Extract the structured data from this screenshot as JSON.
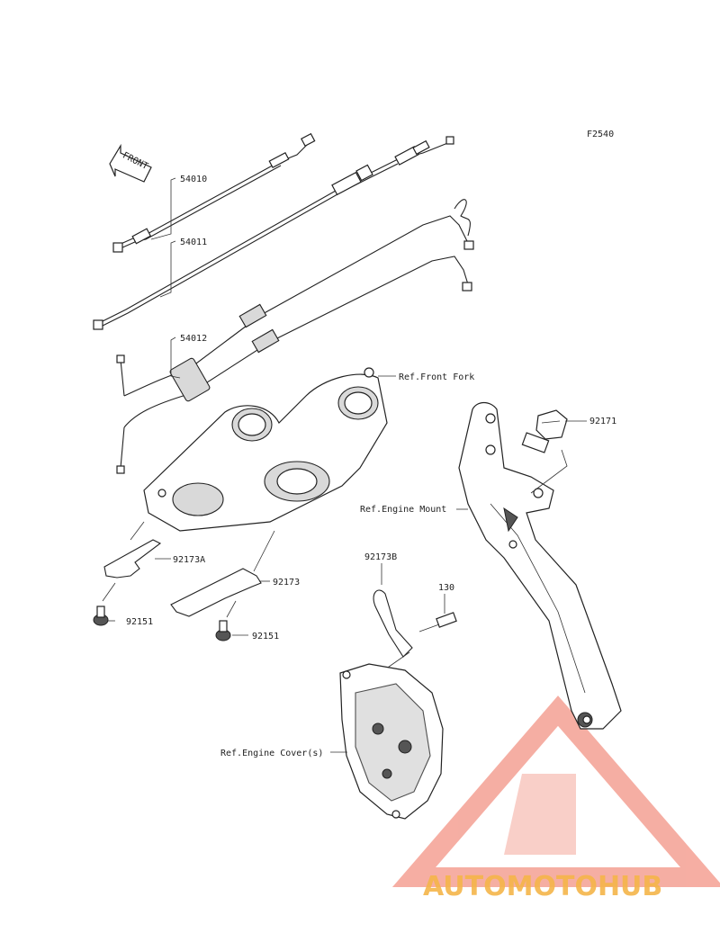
{
  "diagram_code": "F2540",
  "front_label": "FRONT",
  "parts": {
    "throttle_cable_1": "54010",
    "throttle_cable_2": "54011",
    "throttle_cable_3": "54012",
    "clamp_upper": "92171",
    "clamp_a": "92173A",
    "clamp": "92173",
    "clamp_b": "92173B",
    "bolt": "130",
    "screw_left": "92151",
    "screw_right": "92151"
  },
  "references": {
    "front_fork": "Ref.Front Fork",
    "engine_mount": "Ref.Engine Mount",
    "engine_cover": "Ref.Engine Cover(s)"
  },
  "watermark": {
    "text": "AUTOMOTOHUB",
    "color_primary": "#f08a7a",
    "color_secondary": "#f5b54a",
    "color_dark": "#555555"
  }
}
